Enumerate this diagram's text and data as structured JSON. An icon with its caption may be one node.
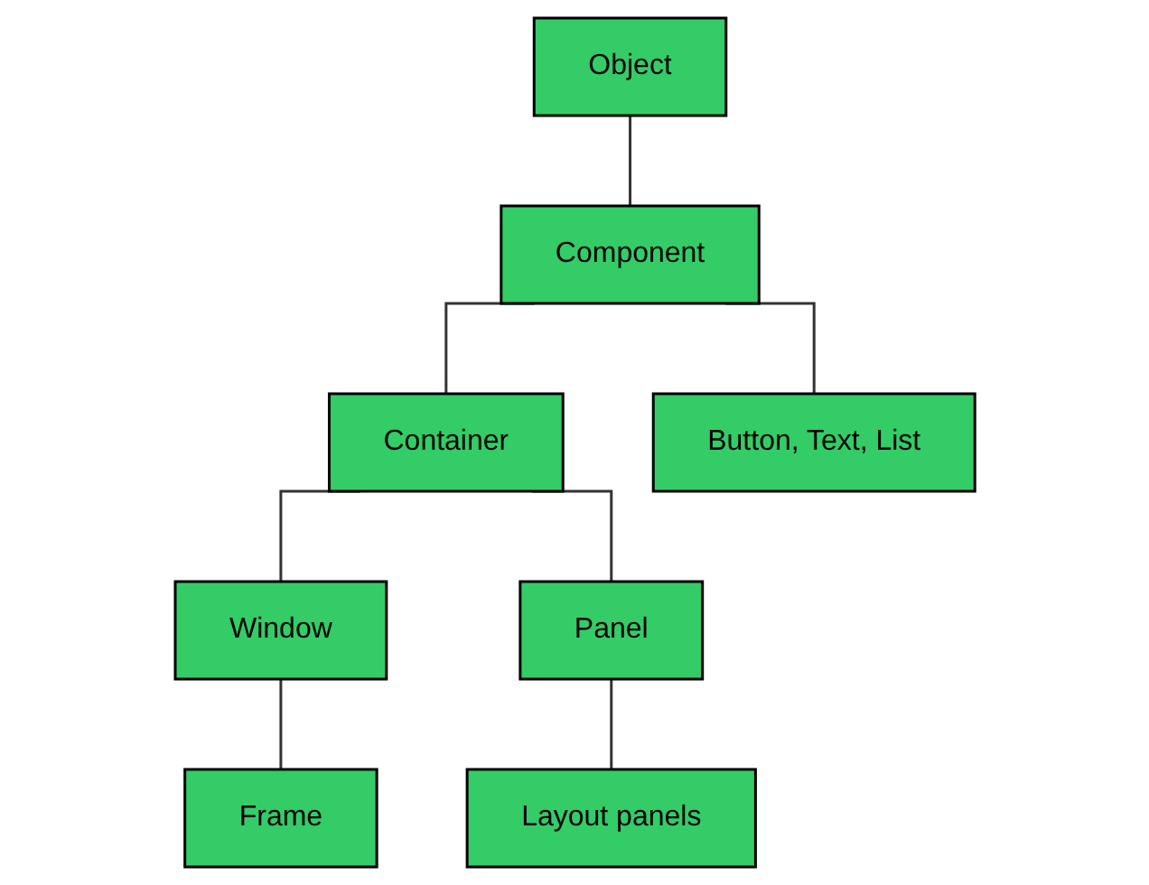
{
  "diagram": {
    "nodes": [
      {
        "text": [
          "Object"
        ]
      },
      {
        "text": [
          "Component"
        ]
      },
      {
        "text": [
          "Container"
        ]
      },
      {
        "text": [
          "Window"
        ]
      },
      {
        "text": [
          "Panel"
        ]
      },
      {
        "text": [
          "Frame"
        ]
      },
      {
        "text": [
          "Layout panels"
        ]
      },
      {
        "text": [
          "Button, Text, List"
        ]
      }
    ],
    "edges": [
      {
        "from": 0,
        "to": 1,
        "arrow": "none"
      },
      {
        "from": 1,
        "to": 2,
        "arrow": "none"
      },
      {
        "from": 1,
        "to": 7,
        "arrow": "none"
      },
      {
        "from": 2,
        "to": 3,
        "arrow": "none"
      },
      {
        "from": 2,
        "to": 4,
        "arrow": "none"
      },
      {
        "from": 3,
        "to": 5,
        "arrow": "none"
      },
      {
        "from": 4,
        "to": 6,
        "arrow": "none"
      }
    ]
  }
}
